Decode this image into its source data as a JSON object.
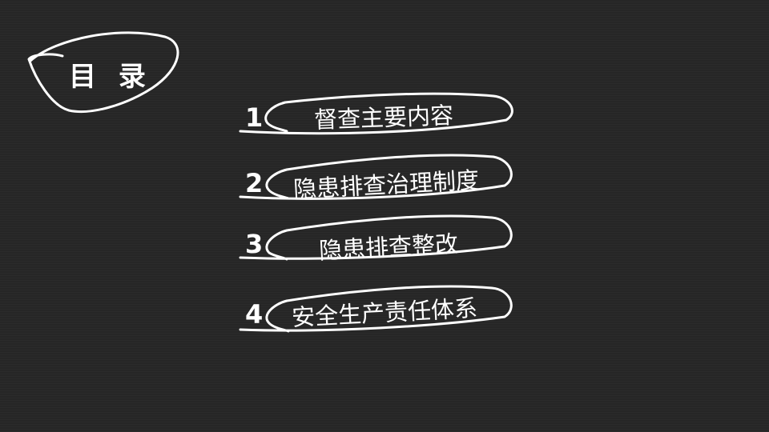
{
  "slide": {
    "title": "目 录",
    "items": [
      {
        "number": "1",
        "label": "督查主要内容"
      },
      {
        "number": "2",
        "label": "隐患排查治理制度"
      },
      {
        "number": "3",
        "label": "隐患排查整改"
      },
      {
        "number": "4",
        "label": "安全生产责任体系"
      }
    ]
  },
  "colors": {
    "background": "#262626",
    "foreground": "#ffffff"
  }
}
